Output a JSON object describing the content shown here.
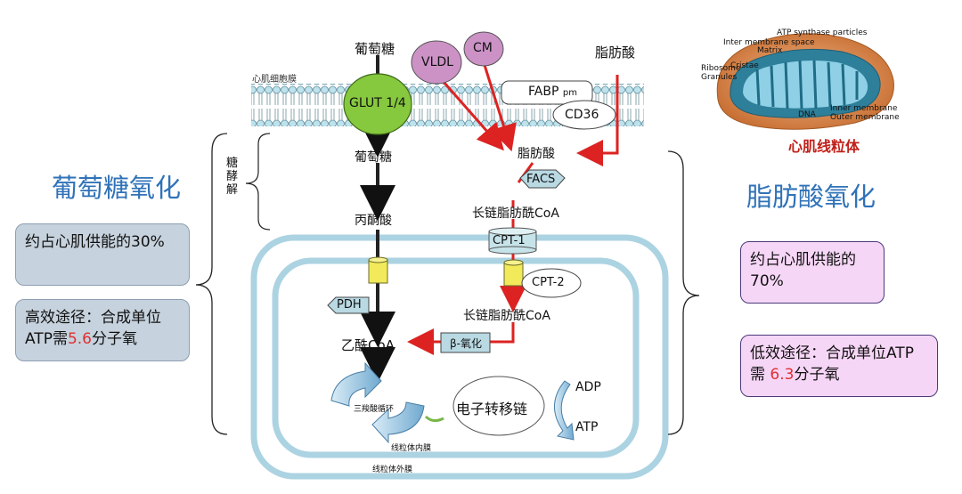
{
  "left": {
    "title": "葡萄糖氧化",
    "box1": "约占心肌供能的30%",
    "box2_pre": "高效途径：合成单位ATP需",
    "box2_val": "5.6",
    "box2_post": "分子氧"
  },
  "right": {
    "title": "脂肪酸氧化",
    "box1": "约占心肌供能的70%",
    "box2_pre": "低效途径：合成单位ATP需 ",
    "box2_val": "6.3",
    "box2_post": "分子氧",
    "mito_caption": "心肌线粒体",
    "mito_labels": [
      "ATP synthase particles",
      "Inter membrane space",
      "Matrix",
      "Cristae",
      "Ribosome",
      "Granules",
      "DNA",
      "Inner membrane",
      "Outer membrane"
    ]
  },
  "center": {
    "glucose_top": "葡萄糖",
    "membrane": "心肌细胞膜",
    "glut": "GLUT 1/4",
    "vldl": "VLDL",
    "cm": "CM",
    "fa_top": "脂肪酸",
    "fabp": "FABP",
    "fabp_sub": "pm",
    "cd36": "CD36",
    "glucose_in": "葡萄糖",
    "fa_in": "脂肪酸",
    "glycolysis": "糖酵解",
    "facs": "FACS",
    "lcfacoa": "长链脂肪酰CoA",
    "pyruvate": "丙酮酸",
    "cpt1": "CPT-1",
    "cpt2": "CPT-2",
    "pdh": "PDH",
    "lcfacoa2": "长链脂肪酰CoA",
    "acetylcoa": "乙酰CoA",
    "beta_ox": "β-氧化",
    "tca": "三羧酸循环",
    "etc": "电子转移链",
    "adp": "ADP",
    "atp": "ATP",
    "inner_mem": "线粒体内膜",
    "outer_mem": "线粒体外膜"
  }
}
